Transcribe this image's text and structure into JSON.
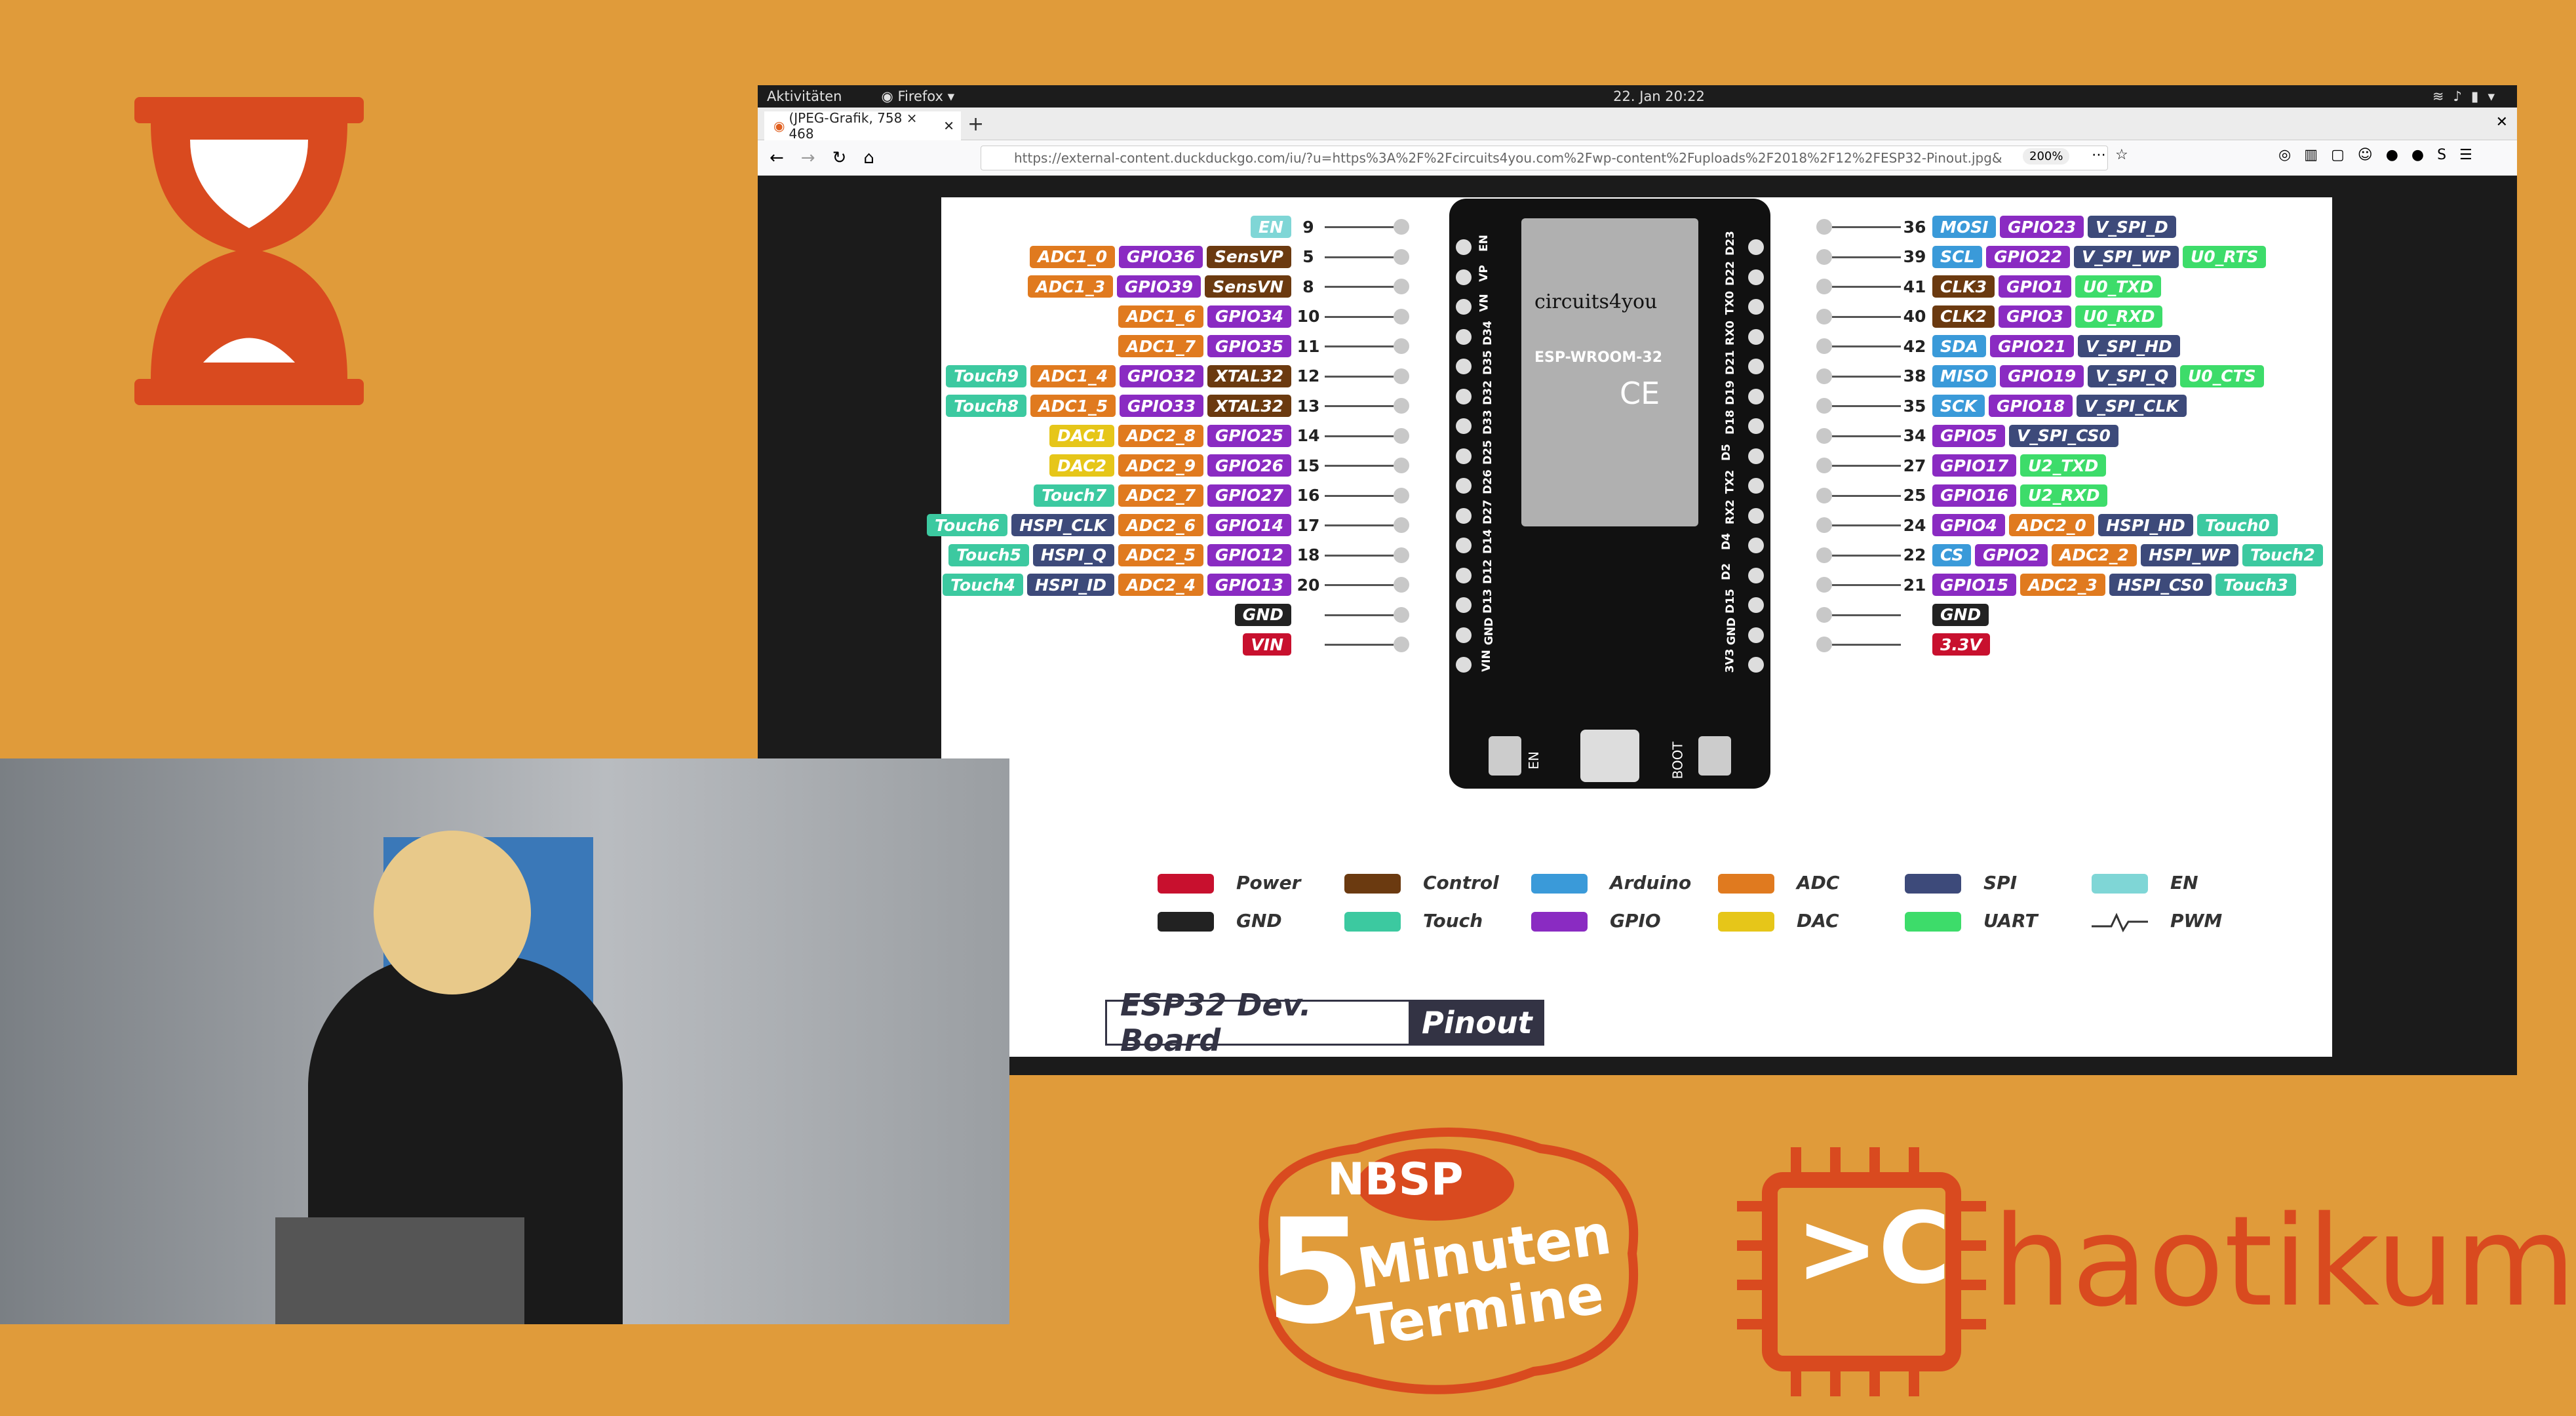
{
  "os": {
    "activities": "Aktivitäten",
    "app": "Firefox",
    "clock": "22. Jan 20:22"
  },
  "browser": {
    "tab_title": "(JPEG-Grafik, 758 × 468",
    "url": "https://external-content.duckduckgo.com/iu/?u=https%3A%2F%2Fcircuits4you.com%2Fwp-content%2Fuploads%2F2018%2F12%2FESP32-Pinout.jpg&",
    "zoom": "200%"
  },
  "board": {
    "brand": "circuits4you",
    "module": "ESP-WROOM-32",
    "en_btn": "EN",
    "boot_btn": "BOOT",
    "left_labels": [
      "EN",
      "VP",
      "VN",
      "D34",
      "D35",
      "D32",
      "D33",
      "D25",
      "D26",
      "D27",
      "D14",
      "D12",
      "D13",
      "GND",
      "VIN"
    ],
    "right_labels": [
      "D23",
      "D22",
      "TX0",
      "RX0",
      "D21",
      "D19",
      "D18",
      "D5",
      "TX2",
      "RX2",
      "D4",
      "D2",
      "D15",
      "GND",
      "3V3"
    ]
  },
  "left_pins": [
    {
      "num": "9",
      "labels": [
        "EN"
      ]
    },
    {
      "num": "5",
      "labels": [
        "ADC1_0",
        "GPIO36",
        "SensVP"
      ]
    },
    {
      "num": "8",
      "labels": [
        "ADC1_3",
        "GPIO39",
        "SensVN"
      ]
    },
    {
      "num": "10",
      "labels": [
        "ADC1_6",
        "GPIO34"
      ]
    },
    {
      "num": "11",
      "labels": [
        "ADC1_7",
        "GPIO35"
      ]
    },
    {
      "num": "12",
      "labels": [
        "Touch9",
        "ADC1_4",
        "GPIO32",
        "XTAL32"
      ]
    },
    {
      "num": "13",
      "labels": [
        "Touch8",
        "ADC1_5",
        "GPIO33",
        "XTAL32"
      ]
    },
    {
      "num": "14",
      "labels": [
        "DAC1",
        "ADC2_8",
        "GPIO25"
      ]
    },
    {
      "num": "15",
      "labels": [
        "DAC2",
        "ADC2_9",
        "GPIO26"
      ]
    },
    {
      "num": "16",
      "labels": [
        "Touch7",
        "ADC2_7",
        "GPIO27"
      ]
    },
    {
      "num": "17",
      "labels": [
        "Touch6",
        "HSPI_CLK",
        "ADC2_6",
        "GPIO14"
      ]
    },
    {
      "num": "18",
      "labels": [
        "Touch5",
        "HSPI_Q",
        "ADC2_5",
        "GPIO12"
      ]
    },
    {
      "num": "20",
      "labels": [
        "Touch4",
        "HSPI_ID",
        "ADC2_4",
        "GPIO13"
      ]
    },
    {
      "num": "",
      "labels": [
        "GND"
      ]
    },
    {
      "num": "",
      "labels": [
        "VIN"
      ]
    }
  ],
  "right_pins": [
    {
      "num": "36",
      "labels": [
        "MOSI",
        "GPIO23",
        "V_SPI_D"
      ]
    },
    {
      "num": "39",
      "labels": [
        "SCL",
        "GPIO22",
        "V_SPI_WP",
        "U0_RTS"
      ]
    },
    {
      "num": "41",
      "labels": [
        "CLK3",
        "GPIO1",
        "U0_TXD"
      ]
    },
    {
      "num": "40",
      "labels": [
        "CLK2",
        "GPIO3",
        "U0_RXD"
      ]
    },
    {
      "num": "42",
      "labels": [
        "SDA",
        "GPIO21",
        "V_SPI_HD"
      ]
    },
    {
      "num": "38",
      "labels": [
        "MISO",
        "GPIO19",
        "V_SPI_Q",
        "U0_CTS"
      ]
    },
    {
      "num": "35",
      "labels": [
        "SCK",
        "GPIO18",
        "V_SPI_CLK"
      ]
    },
    {
      "num": "34",
      "labels": [
        "GPIO5",
        "V_SPI_CS0"
      ]
    },
    {
      "num": "27",
      "labels": [
        "GPIO17",
        "U2_TXD"
      ]
    },
    {
      "num": "25",
      "labels": [
        "GPIO16",
        "U2_RXD"
      ]
    },
    {
      "num": "24",
      "labels": [
        "GPIO4",
        "ADC2_0",
        "HSPI_HD",
        "Touch0"
      ]
    },
    {
      "num": "22",
      "labels": [
        "CS",
        "GPIO2",
        "ADC2_2",
        "HSPI_WP",
        "Touch2"
      ]
    },
    {
      "num": "21",
      "labels": [
        "GPIO15",
        "ADC2_3",
        "HSPI_CS0",
        "Touch3"
      ]
    },
    {
      "num": "",
      "labels": [
        "GND"
      ]
    },
    {
      "num": "",
      "labels": [
        "3.3V"
      ]
    }
  ],
  "legend": [
    {
      "label": "Power",
      "color": "#c8102e"
    },
    {
      "label": "Control",
      "color": "#6b3a10"
    },
    {
      "label": "Arduino",
      "color": "#3a9ad9"
    },
    {
      "label": "ADC",
      "color": "#e07a1f"
    },
    {
      "label": "SPI",
      "color": "#3d4a7a"
    },
    {
      "label": "EN",
      "color": "#7fd6d6"
    },
    {
      "label": "GND",
      "color": "#222222"
    },
    {
      "label": "Touch",
      "color": "#3cc9a0"
    },
    {
      "label": "GPIO",
      "color": "#8a2bc2"
    },
    {
      "label": "DAC",
      "color": "#e6c619"
    },
    {
      "label": "UART",
      "color": "#3ddc6a"
    },
    {
      "label": "PWM",
      "color": "#333333"
    }
  ],
  "footer": {
    "left": "ESP32 Dev. Board",
    "right": "Pinout"
  },
  "overlay": {
    "nbsp": "NBSP",
    "five": "5",
    "minuten": "Minuten",
    "termine": "Termine",
    "brand_rest": "haotikum",
    "brand_glyph": ">C"
  },
  "colors": {
    "bg_orange": "#e09b3a",
    "brand_red": "#d94a1f"
  }
}
